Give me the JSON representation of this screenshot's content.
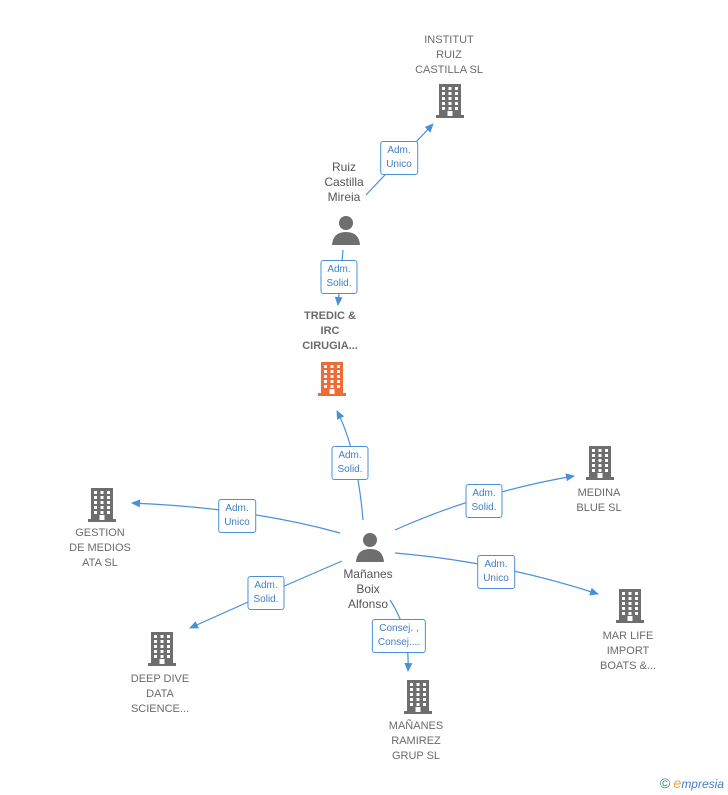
{
  "colors": {
    "edge": "#4a90d9",
    "building": "#6e6e6e",
    "highlight": "#f06a35",
    "person": "#6e6e6e"
  },
  "nodes": {
    "institut": {
      "lines": [
        "INSTITUT",
        "RUIZ",
        "CASTILLA  SL"
      ],
      "icon": "building-icon"
    },
    "ruiz": {
      "lines": [
        "Ruiz",
        "Castilla",
        "Mireia"
      ],
      "icon": "person-icon"
    },
    "tredic": {
      "lines": [
        "TREDIC &",
        "IRC",
        "CIRUGIA..."
      ],
      "icon": "building-icon"
    },
    "medina": {
      "lines": [
        "MEDINA",
        "BLUE  SL"
      ],
      "icon": "building-icon"
    },
    "gestion": {
      "lines": [
        "GESTION",
        "DE MEDIOS",
        "ATA SL"
      ],
      "icon": "building-icon"
    },
    "manyanes": {
      "lines": [
        "Mañanes",
        "Boix",
        "Alfonso"
      ],
      "icon": "person-icon"
    },
    "marlife": {
      "lines": [
        "MAR LIFE",
        "IMPORT",
        "BOATS &..."
      ],
      "icon": "building-icon"
    },
    "deepdive": {
      "lines": [
        "DEEP DIVE",
        "DATA",
        "SCIENCE..."
      ],
      "icon": "building-icon"
    },
    "ramirez": {
      "lines": [
        "MAÑANES",
        "RAMIREZ",
        "GRUP SL"
      ],
      "icon": "building-icon"
    }
  },
  "edges": [
    {
      "label": [
        "Adm.",
        "Unico"
      ]
    },
    {
      "label": [
        "Adm.",
        "Solid."
      ]
    },
    {
      "label": [
        "Adm.",
        "Solid."
      ]
    },
    {
      "label": [
        "Adm.",
        "Solid."
      ]
    },
    {
      "label": [
        "Adm.",
        "Unico"
      ]
    },
    {
      "label": [
        "Adm.",
        "Unico"
      ]
    },
    {
      "label": [
        "Adm.",
        "Solid."
      ]
    },
    {
      "label": [
        "Consej. ,",
        "Consej...."
      ]
    }
  ],
  "footer": {
    "copyright": "©",
    "brand_first": "e",
    "brand_rest": "mpresia"
  }
}
